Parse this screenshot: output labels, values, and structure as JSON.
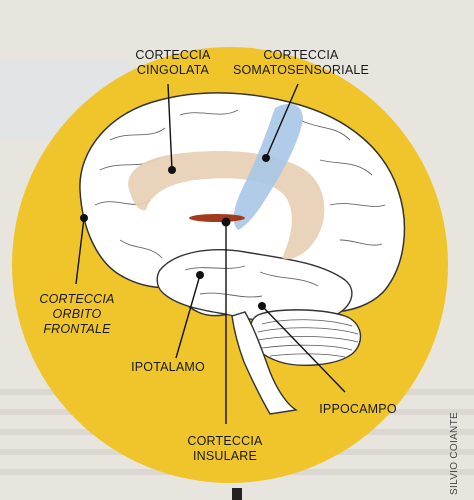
{
  "labels": {
    "cingulate": [
      "CORTECCIA",
      "CINGOLATA"
    ],
    "somatosensory": [
      "CORTECCIA",
      "SOMATOSENSORIALE"
    ],
    "orbitofrontal": [
      "CORTECCIA",
      "ORBITO",
      "FRONTALE"
    ],
    "hypothalamus": [
      "IPOTALAMO"
    ],
    "hippocampus": [
      "IPPOCAMPO"
    ],
    "insular": [
      "CORTECCIA",
      "INSULARE"
    ]
  },
  "credit": "SILVIO COIANTE",
  "colors": {
    "circle": "#efc52b",
    "brain": "#ffffff",
    "outline": "#333333",
    "cingulate_band": "#e7cfb5",
    "somatosensory_band": "#a9c6e6",
    "insular_mark": "#a33a1c",
    "leader": "#111111"
  }
}
